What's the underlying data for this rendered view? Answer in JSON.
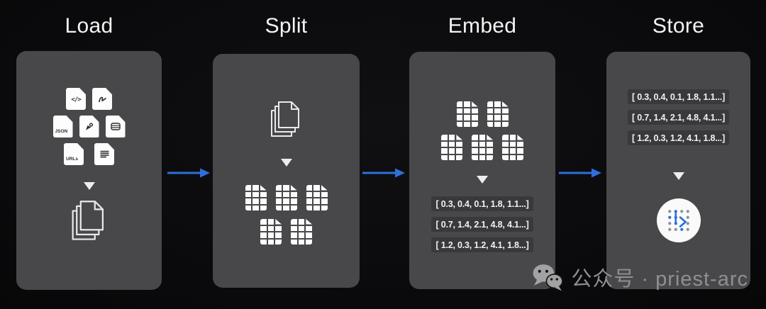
{
  "titles": {
    "load": "Load",
    "split": "Split",
    "embed": "Embed",
    "store": "Store"
  },
  "load_panel": {
    "file_labels": {
      "code": "</>",
      "json": "JSON",
      "urls": "URLs"
    },
    "file_icons": [
      "code-file",
      "pdf-file",
      "json-file",
      "pen-file",
      "table-file",
      "urls-file",
      "text-file"
    ],
    "result_icon": "document-stack"
  },
  "split_panel": {
    "source_icon": "document-stack",
    "chunk_layout": [
      3,
      2
    ]
  },
  "embed_panel": {
    "chunk_layout": [
      2,
      3
    ]
  },
  "vector_rows": [
    "[ 0.3, 0.4, 0.1, 1.8, 1.1...]",
    "[ 0.7, 1.4, 2.1, 4.8, 4.1...]",
    "[ 1.2, 0.3, 1.2, 4.1, 1.8...]"
  ],
  "store_panel": {
    "icon": "vector-store-dot-grid"
  },
  "watermark": {
    "icon": "wechat-icon",
    "label": "公众号 · priest-arc"
  },
  "colors": {
    "background": "#0b0b0d",
    "panel": "#48484a",
    "chip": "#39393b",
    "arrow_blue": "#2e6fdb",
    "title_text": "#f3f3f3",
    "watermark_text": "#8f8f8f",
    "store_icon_blue": "#2e6fdb",
    "store_icon_gray": "#8d929b"
  }
}
